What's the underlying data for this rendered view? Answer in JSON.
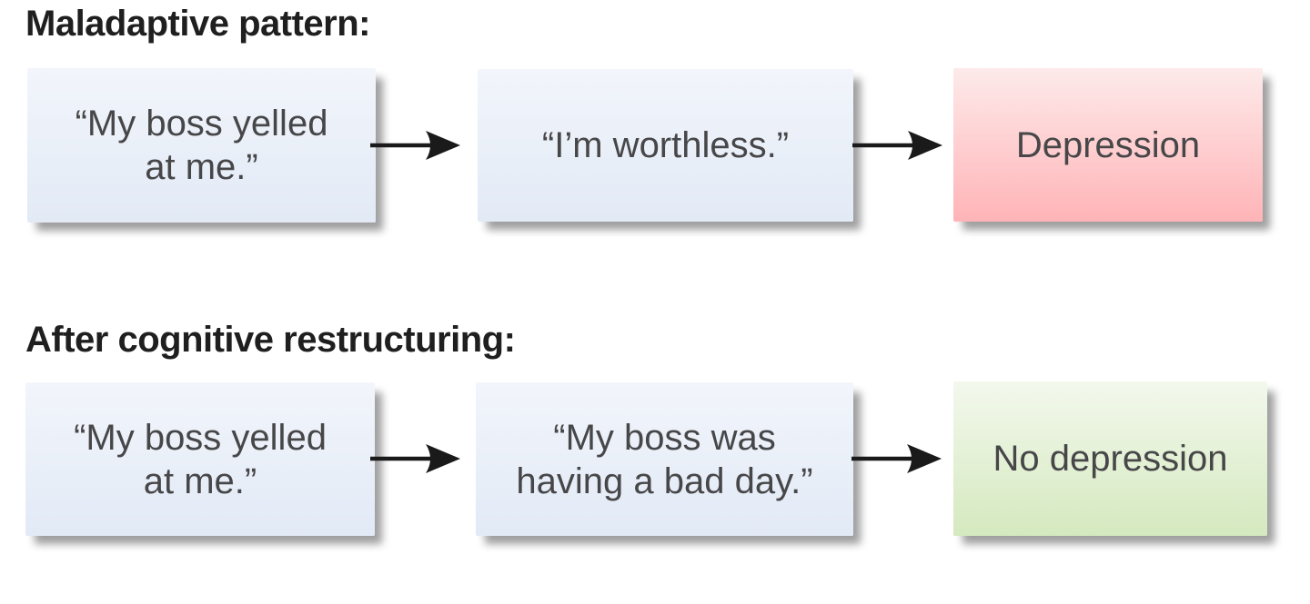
{
  "diagram": {
    "section1": {
      "heading": "Maladaptive pattern:",
      "box1": "“My boss yelled\nat me.”",
      "box2": "“I’m worthless.”",
      "box3": "Depression"
    },
    "section2": {
      "heading": "After cognitive restructuring:",
      "box1": "“My boss yelled\nat me.”",
      "box2": "“My boss was\nhaving a bad day.”",
      "box3": "No depression"
    }
  },
  "colors": {
    "thought_box_top": "#f2f5fb",
    "thought_box_bottom": "#e2eaf6",
    "negative_box_top": "#fdeaea",
    "negative_box_bottom": "#ffb4b7",
    "positive_box_top": "#f3f8ed",
    "positive_box_bottom": "#d5e9bf",
    "arrow_color": "#1a1a1a",
    "heading_text": "#1f1f1f",
    "box_text": "#474749"
  }
}
